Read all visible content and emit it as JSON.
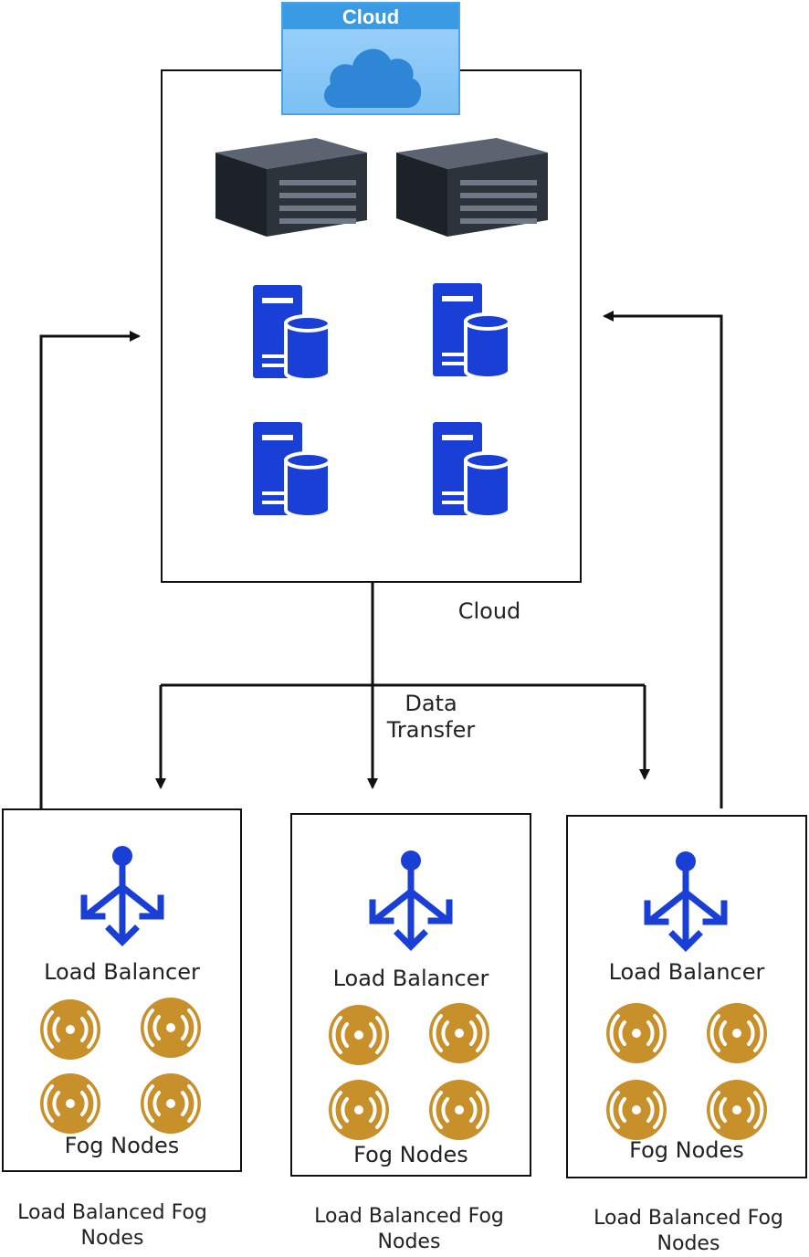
{
  "cloud_badge": {
    "title": "Cloud",
    "icon": "cloud-icon"
  },
  "cloud_label": "Cloud",
  "data_transfer_label": "Data\nTransfer",
  "cloud_items": {
    "hardware_servers": 2,
    "database_servers": 4,
    "icons": [
      "rack-server-icon",
      "database-server-icon"
    ]
  },
  "fog_clusters": [
    {
      "load_balancer": "Load Balancer",
      "fog_nodes": "Fog Nodes",
      "caption": "Load Balanced Fog\nNodes"
    },
    {
      "load_balancer": "Load Balancer",
      "fog_nodes": "Fog Nodes",
      "caption": "Load Balanced Fog\nNodes"
    },
    {
      "load_balancer": "Load Balancer",
      "fog_nodes": "Fog Nodes",
      "caption": "Load Balanced Fog\nNodes"
    }
  ],
  "colors": {
    "icon_blue": "#1a3fd6",
    "fog_gold": "#c8902a",
    "cloud_blue": "#3a9ae3"
  }
}
